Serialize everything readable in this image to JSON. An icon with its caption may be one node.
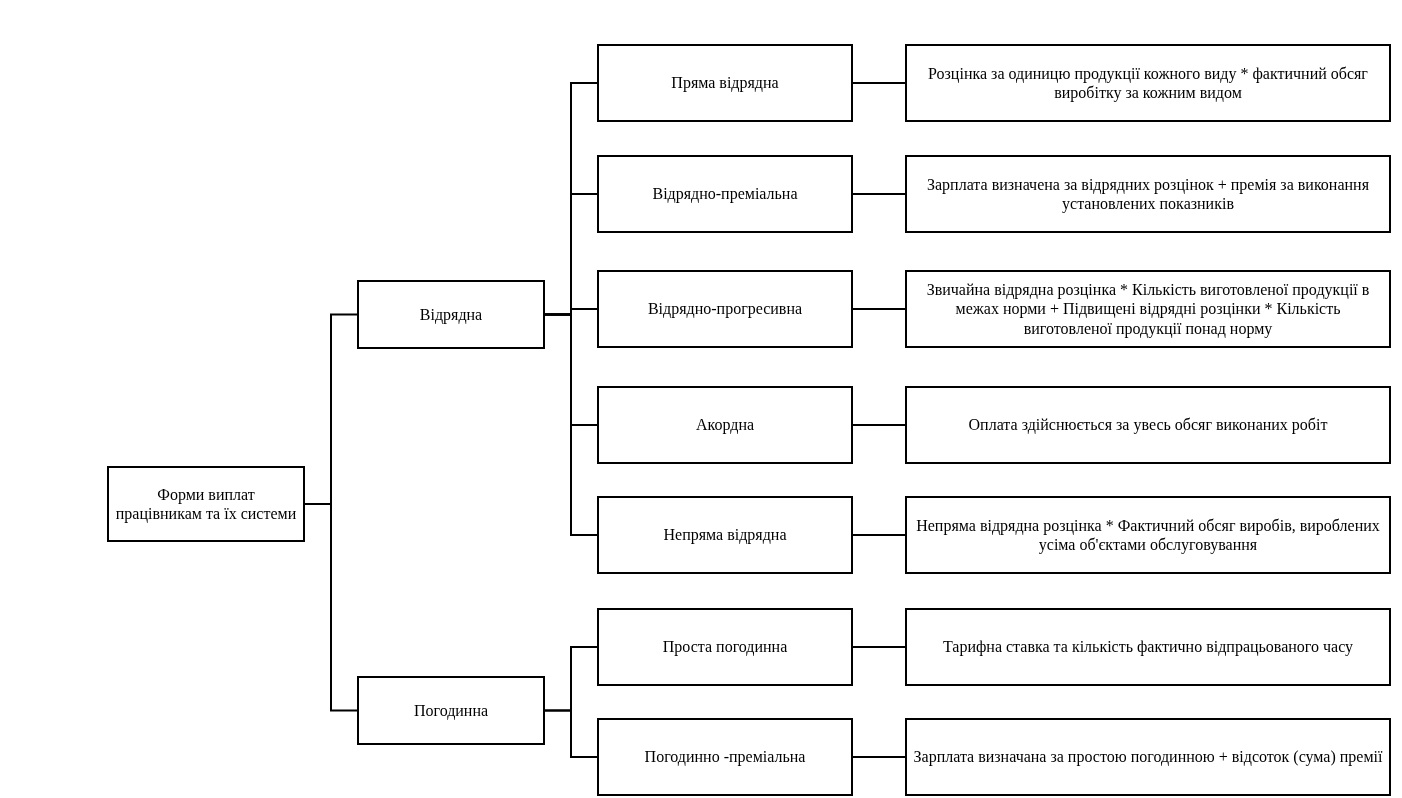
{
  "diagram": {
    "nodes": [
      {
        "text": [
          "Форми виплат працівникам та їх системи"
        ]
      },
      {
        "text": [
          "Відрядна"
        ]
      },
      {
        "text": [
          "Погодинна"
        ]
      },
      {
        "text": [
          "Пряма відрядна"
        ]
      },
      {
        "text": [
          "Відрядно-преміальна"
        ]
      },
      {
        "text": [
          "Відрядно-прогресивна"
        ]
      },
      {
        "text": [
          "Акордна"
        ]
      },
      {
        "text": [
          "Непряма відрядна"
        ]
      },
      {
        "text": [
          "Проста погодинна"
        ]
      },
      {
        "text": [
          "Погодинно -преміальна"
        ]
      },
      {
        "text": [
          "Розцінка за одиницю продукції кожного виду * фактичний обсяг виробітку за кожним видом"
        ]
      },
      {
        "text": [
          "Зарплата визначена за відрядних розцінок + премія за виконання установлених показників"
        ]
      },
      {
        "text": [
          "Звичайна відрядна розцінка * Кількість виготовленої продукції в межах норми + Підвищені відрядні розцінки * Кількість виготовленої продукції понад норму"
        ]
      },
      {
        "text": [
          "Оплата здійснюється за увесь обсяг виконаних робіт"
        ]
      },
      {
        "text": [
          "Непряма відрядна розцінка * Фактичний обсяг виробів, вироблених усіма об'єктами обслуговування"
        ]
      },
      {
        "text": [
          "Тарифна ставка та кількість фактично відпрацьованого часу"
        ]
      },
      {
        "text": [
          "Зарплата визначана за простою погодинною + відсоток (сума) премії"
        ]
      }
    ],
    "edges": [
      {
        "from": 0,
        "to": 1,
        "arrow": "none"
      },
      {
        "from": 0,
        "to": 2,
        "arrow": "none"
      },
      {
        "from": 1,
        "to": 3,
        "arrow": "none"
      },
      {
        "from": 1,
        "to": 4,
        "arrow": "none"
      },
      {
        "from": 1,
        "to": 5,
        "arrow": "none"
      },
      {
        "from": 1,
        "to": 6,
        "arrow": "none"
      },
      {
        "from": 1,
        "to": 7,
        "arrow": "none"
      },
      {
        "from": 2,
        "to": 8,
        "arrow": "none"
      },
      {
        "from": 2,
        "to": 9,
        "arrow": "none"
      },
      {
        "from": 3,
        "to": 10,
        "arrow": "none"
      },
      {
        "from": 4,
        "to": 11,
        "arrow": "none"
      },
      {
        "from": 5,
        "to": 12,
        "arrow": "none"
      },
      {
        "from": 6,
        "to": 13,
        "arrow": "none"
      },
      {
        "from": 7,
        "to": 14,
        "arrow": "none"
      },
      {
        "from": 8,
        "to": 15,
        "arrow": "none"
      },
      {
        "from": 9,
        "to": 16,
        "arrow": "none"
      }
    ]
  }
}
